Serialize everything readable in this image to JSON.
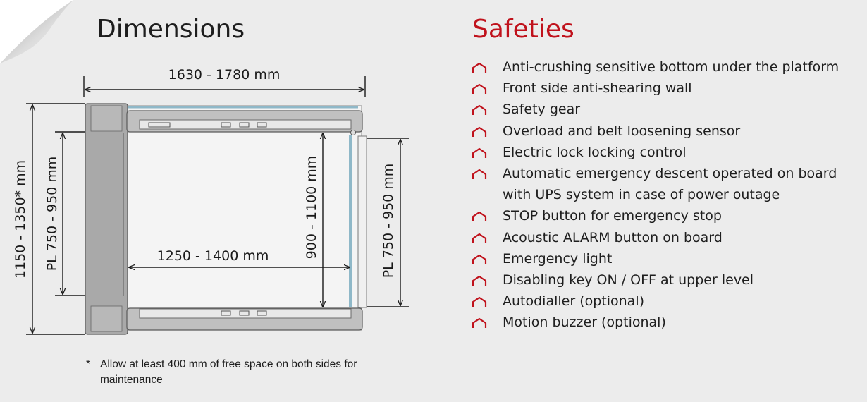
{
  "dimensions": {
    "title": "Dimensions",
    "labels": {
      "total_width": "1630 - 1780 mm",
      "total_height": "1150 - 1350* mm",
      "pl_left": "PL 750 - 950 mm",
      "platform_width": "1250 - 1400 mm",
      "platform_depth": "900 - 1100 mm",
      "pl_right": "PL 750 - 950 mm"
    },
    "footnote": {
      "marker": "*",
      "text": "Allow at least 400 mm of free space on both sides for maintenance"
    }
  },
  "safeties": {
    "title": "Safeties",
    "accent_color": "#c0121c",
    "bullet_icon": "arch-bullet-icon",
    "items": [
      "Anti-crushing sensitive bottom under the platform",
      "Front side anti-shearing wall",
      "Safety gear",
      "Overload and belt loosening sensor",
      "Electric lock locking control",
      "Automatic emergency descent operated on board with UPS system in case of power outage",
      "STOP button for emergency stop",
      "Acoustic ALARM button on board",
      "Emergency light",
      "Disabling key ON / OFF at upper level",
      "Autodialler (optional)",
      "Motion buzzer (optional)"
    ]
  }
}
